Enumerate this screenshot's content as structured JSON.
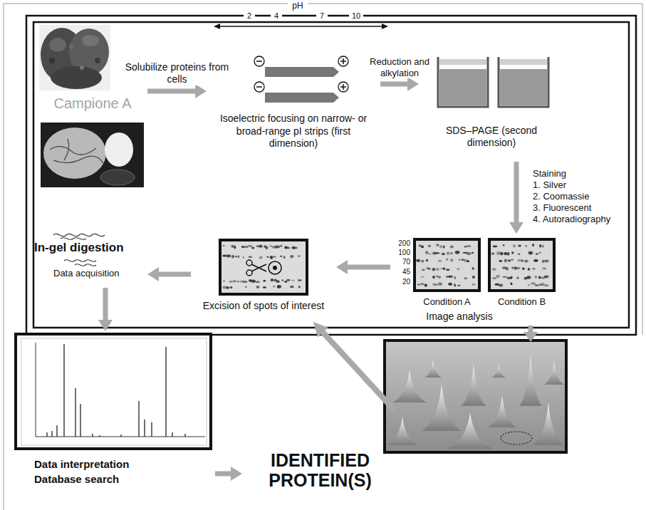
{
  "diagram": {
    "nodes": [
      {
        "text": [
          "Campione A"
        ]
      },
      {
        "text": [
          "Isoelectric focusing on narrow- or broad-range pI strips (first dimension)"
        ]
      },
      {
        "text": [
          "SDS–PAGE (second dimension)"
        ]
      },
      {
        "text": [
          "Image analysis"
        ]
      },
      {
        "text": [
          "Condition A"
        ],
        "in": 3
      },
      {
        "text": [
          "Condition B"
        ],
        "in": 3
      },
      {
        "text": [
          "Excision of spots of interest"
        ]
      },
      {
        "text": [
          "In-gel digestion",
          "Data acquisition"
        ]
      },
      {
        "text": [
          "Data interpretation",
          "Database search"
        ]
      },
      {
        "text": [
          "IDENTIFIED PROTEIN(S)"
        ]
      }
    ],
    "edges": [
      {
        "from": 0,
        "to": 1,
        "arrow": "to",
        "label": "Solubilize proteins from cells"
      },
      {
        "from": 1,
        "to": 2,
        "arrow": "to",
        "label": "Reduction and alkylation"
      },
      {
        "from": 2,
        "to": 3,
        "arrow": "to"
      },
      {
        "from": 3,
        "to": 6,
        "arrow": "to"
      },
      {
        "from": 6,
        "to": 7,
        "arrow": "to"
      },
      {
        "from": 7,
        "to": 8,
        "arrow": "to"
      },
      {
        "from": 8,
        "to": 9,
        "arrow": "to"
      }
    ],
    "labels": [
      "pH",
      "2",
      "4",
      "7",
      "10",
      "200",
      "100",
      "70",
      "45",
      "20",
      "Staining",
      "1. Silver",
      "2. Coomassie",
      "3. Fluorescent",
      "4. Autoradiography"
    ]
  }
}
